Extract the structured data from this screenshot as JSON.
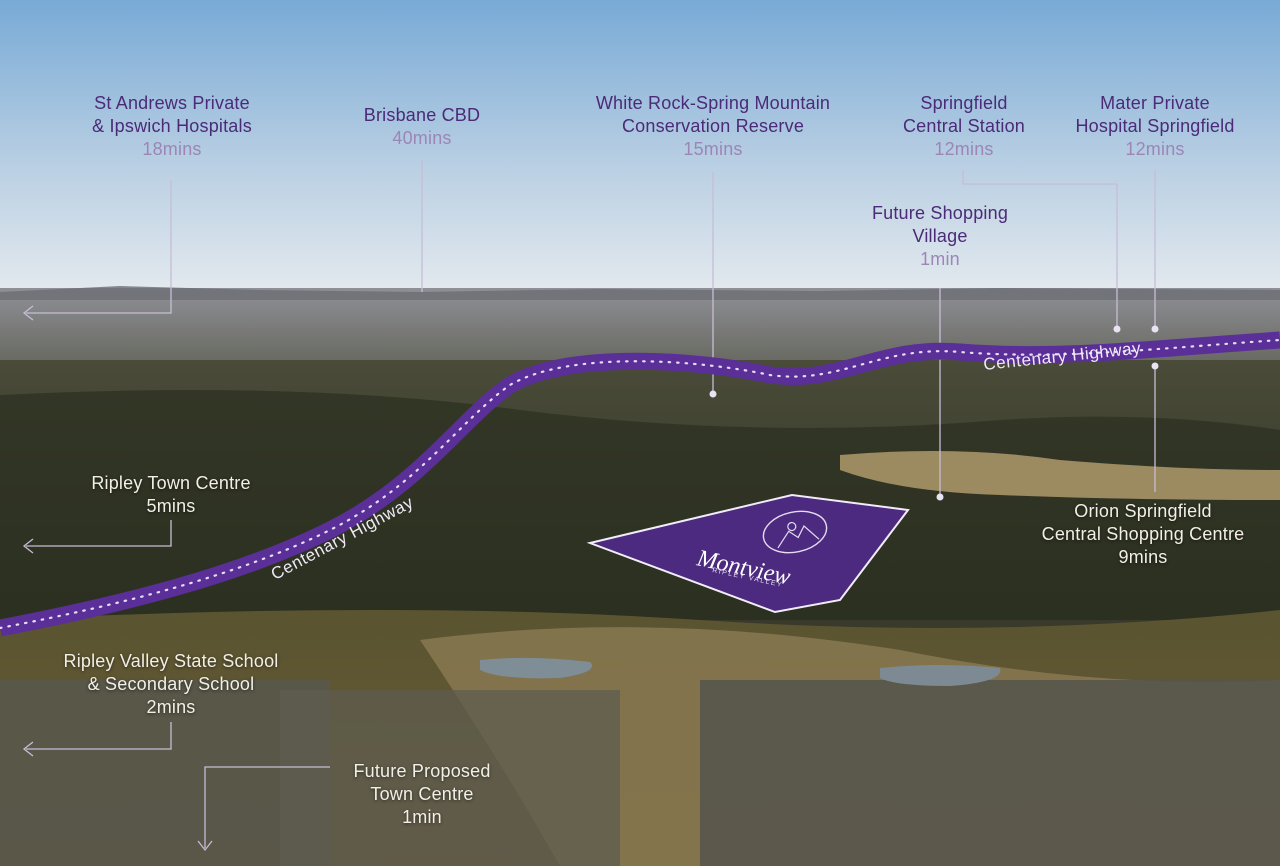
{
  "colors": {
    "sky_top": "#7fb0d9",
    "sky_horizon": "#e4eaf0",
    "highway": "#5a2f97",
    "parcel": "#4d2a86",
    "label_dark": "#4b2a77",
    "label_muted": "#9b86b6",
    "leader_line": "#c7bdd6",
    "ground_text": "#f2efe6"
  },
  "destinations": {
    "st_andrews": {
      "name": "St Andrews Private\n& Ipswich Hospitals",
      "time": "18mins"
    },
    "brisbane_cbd": {
      "name": "Brisbane CBD",
      "time": "40mins"
    },
    "white_rock": {
      "name": "White Rock-Spring Mountain\nConservation Reserve",
      "time": "15mins"
    },
    "springfield_station": {
      "name": "Springfield\nCentral Station",
      "time": "12mins"
    },
    "mater": {
      "name": "Mater Private\nHospital Springfield",
      "time": "12mins"
    },
    "future_shopping": {
      "name": "Future Shopping\nVillage",
      "time": "1min"
    },
    "ripley_town": {
      "name": "Ripley Town Centre",
      "time": "5mins"
    },
    "orion": {
      "name": "Orion Springfield\nCentral Shopping Centre",
      "time": "9mins"
    },
    "ripley_school": {
      "name": "Ripley Valley State School\n& Secondary School",
      "time": "2mins"
    },
    "future_town": {
      "name": "Future Proposed\nTown Centre",
      "time": "1min"
    }
  },
  "highway": {
    "label": "Centenary Highway"
  },
  "development": {
    "name": "Montview",
    "sub": "RIPLEY VALLEY",
    "icon": "mountain-sun-logo-icon"
  }
}
